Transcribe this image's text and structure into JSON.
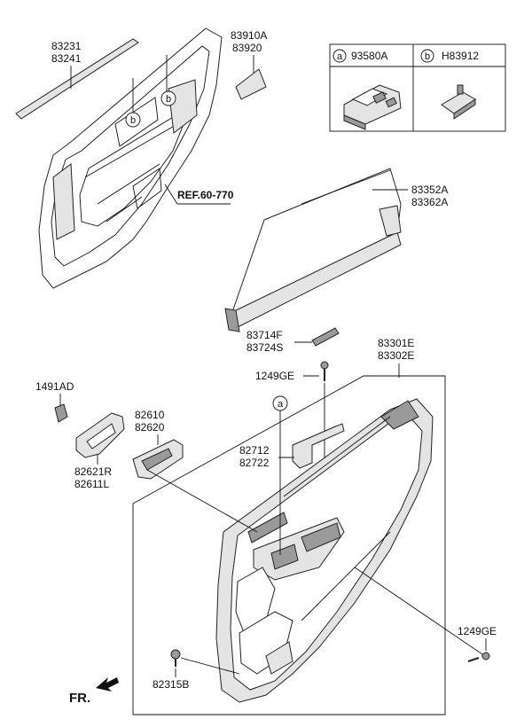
{
  "labels": {
    "p83231": "83231",
    "p83241": "83241",
    "p83910a": "83910A",
    "p83920": "83920",
    "ref": "REF.60-770",
    "p83352a": "83352A",
    "p83362a": "83362A",
    "p83714f": "83714F",
    "p83724s": "83724S",
    "p1249ge_top": "1249GE",
    "p83301e": "83301E",
    "p83302e": "83302E",
    "p1491ad": "1491AD",
    "p82610": "82610",
    "p82620": "82620",
    "p82621r": "82621R",
    "p82611l": "82611L",
    "p82712": "82712",
    "p82722": "82722",
    "p1249ge_bottom": "1249GE",
    "p82315b": "82315B",
    "fr": "FR."
  },
  "legend": {
    "a_letter": "a",
    "a_part": "93580A",
    "b_letter": "b",
    "b_part": "H83912"
  },
  "callouts": {
    "b_upper": "b",
    "b_lower": "b",
    "a_trim": "a"
  }
}
